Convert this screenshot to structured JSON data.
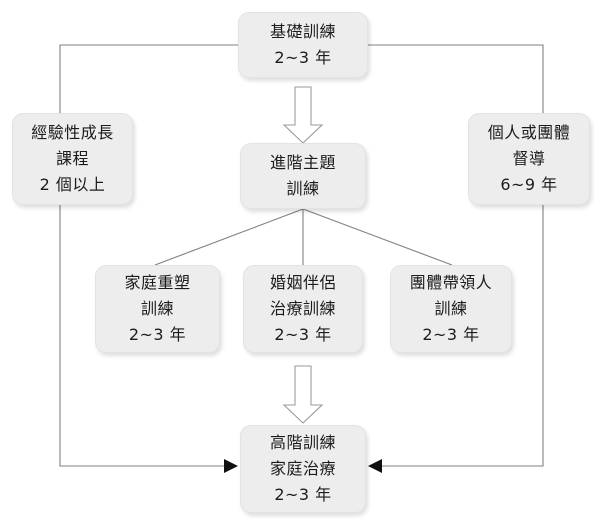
{
  "diagram": {
    "title": "Satir training pathway flowchart",
    "background_color": "#ffffff",
    "node_fill_color": "#ededed",
    "node_text_color": "#1c1c1c",
    "connector_color": "#808080",
    "arrowhead_color": "#111111",
    "block_arrow_fill": "#ffffff",
    "block_arrow_stroke": "#9a9a9a"
  },
  "nodes": {
    "basic": {
      "id": "basic-training",
      "line1": "基礎訓練",
      "line2": "2~3 年"
    },
    "experience": {
      "id": "experiential-growth-course",
      "line1": "經驗性成長",
      "line2": "課程",
      "line3": "2 個以上"
    },
    "supervise": {
      "id": "individual-or-group-supervision",
      "line1": "個人或團體",
      "line2": "督導",
      "line3": "6~9 年"
    },
    "advanced": {
      "id": "advanced-topic-training",
      "line1": "進階主題",
      "line2": "訓練"
    },
    "family": {
      "id": "family-reconstruction-training",
      "line1": "家庭重塑",
      "line2": "訓練",
      "line3": "2~3 年"
    },
    "couple": {
      "id": "marriage-couple-therapy-training",
      "line1": "婚姻伴侶",
      "line2": "治療訓練",
      "line3": "2~3 年"
    },
    "group": {
      "id": "group-leader-training",
      "line1": "團體帶領人",
      "line2": "訓練",
      "line3": "2~3 年"
    },
    "highlevel": {
      "id": "advanced-family-therapy-training",
      "line1": "高階訓練",
      "line2": "家庭治療",
      "line3": "2~3 年"
    }
  },
  "connectors": [
    {
      "name": "basic-to-experience",
      "type": "elbow",
      "arrow": "none"
    },
    {
      "name": "basic-to-supervise",
      "type": "elbow",
      "arrow": "none"
    },
    {
      "name": "basic-to-advanced",
      "type": "block-arrow",
      "arrow": "down"
    },
    {
      "name": "advanced-to-family",
      "type": "diagonal",
      "arrow": "none"
    },
    {
      "name": "advanced-to-couple",
      "type": "straight",
      "arrow": "none"
    },
    {
      "name": "advanced-to-group",
      "type": "diagonal",
      "arrow": "none"
    },
    {
      "name": "couple-to-highlevel",
      "type": "block-arrow",
      "arrow": "down"
    },
    {
      "name": "experience-to-highlevel",
      "type": "elbow",
      "arrow": "right"
    },
    {
      "name": "supervise-to-highlevel",
      "type": "elbow",
      "arrow": "left"
    }
  ]
}
